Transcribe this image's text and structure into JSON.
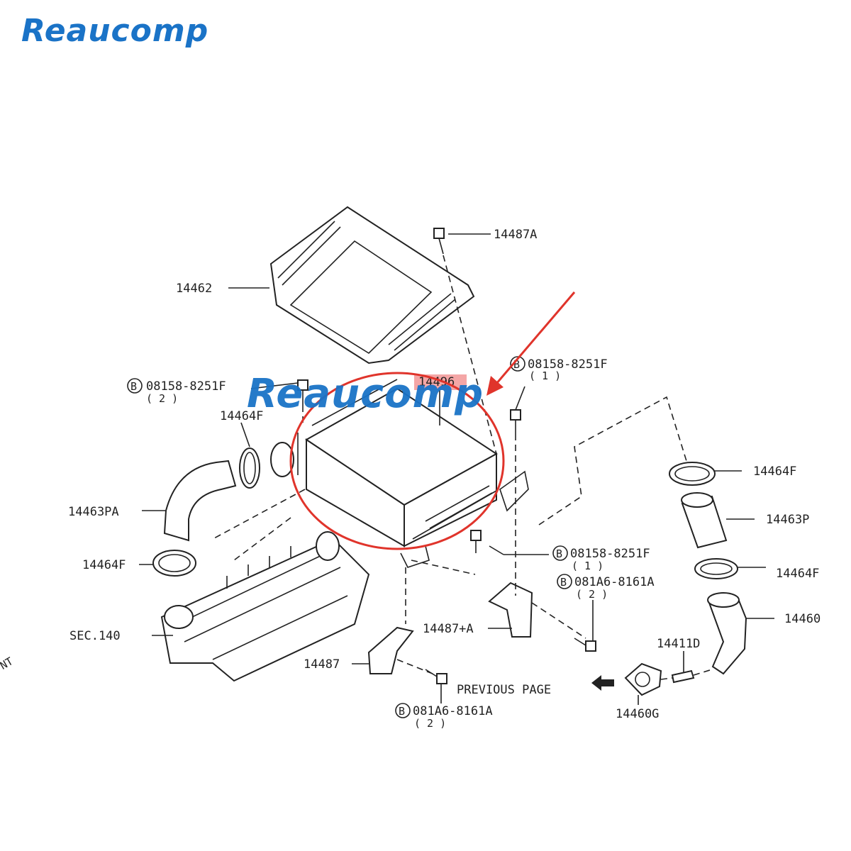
{
  "brand": {
    "name": "Reaucomp",
    "color": "#1a73c7"
  },
  "accent": {
    "highlight_circle": "#e0342b",
    "arrow": "#e0342b",
    "label_highlight": "#f4a6a6"
  },
  "labels": {
    "p14487A": "14487A",
    "p14462": "14462",
    "p14496": "14496",
    "b1_code": "08158-8251F",
    "b1_qty": "( 1 )",
    "b2_code": "08158-8251F",
    "b2_qty": "( 2 )",
    "p14464F_left": "14464F",
    "p14463PA": "14463PA",
    "p14464F_left_lower": "14464F",
    "p14464F_right_upper": "14464F",
    "p14463P": "14463P",
    "p14464F_right_lower": "14464F",
    "b3_code": "08158-8251F",
    "b3_qty": "( 1 )",
    "b4_code": "081A6-8161A",
    "b4_qty": "( 2 )",
    "p14460": "14460",
    "p14411D": "14411D",
    "sec140": "SEC.140",
    "p14487_plus_A": "14487+A",
    "p14487": "14487",
    "previous_page": "PREVIOUS PAGE",
    "p14460G": "14460G",
    "b5_code": "081A6-8161A",
    "b5_qty": "( 2 )",
    "bolt_symbol": "B",
    "edge_text": "NT"
  }
}
